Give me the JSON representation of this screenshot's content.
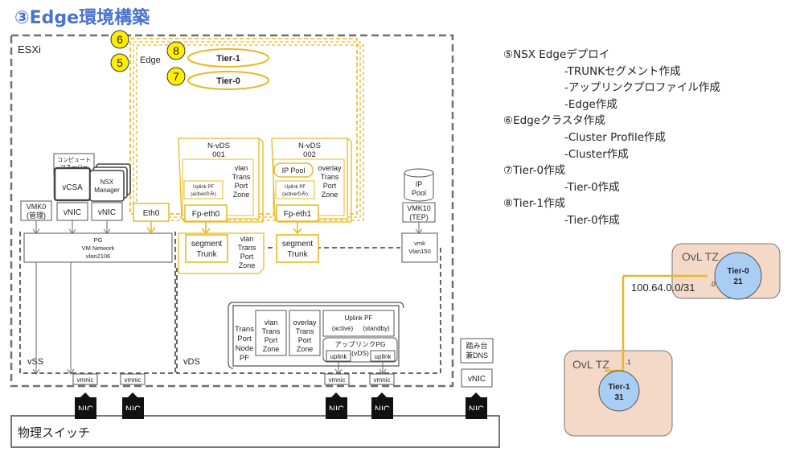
{
  "title": "③Edge環境構築",
  "labels": {
    "esxi": "ESXi",
    "edge": "Edge",
    "tier1_pill": "Tier-1",
    "tier0_pill": "Tier-0",
    "badge6": "6",
    "badge5": "5",
    "badge8": "8",
    "badge7": "7",
    "nvds1_l1": "N-vDS",
    "nvds1_l2": "001",
    "nvds2_l1": "N-vDS",
    "nvds2_l2": "002",
    "vlan": "vlan",
    "overlay": "overlay",
    "trans": "Trans",
    "port": "Port",
    "zone": "Zone",
    "node": "Node",
    "pf": "PF",
    "uplink_pf": "Uplink PF",
    "active_only": "(activeのみ)",
    "fp_eth0": "Fp-eth0",
    "fp_eth1": "Fp-eth1",
    "ip_pool": "IP Pool",
    "ip": "IP",
    "pool": "Pool",
    "segment": "segment",
    "trunk": "Trunk",
    "compute_l1": "コンピュート",
    "compute_l2": "マネージャ",
    "vcsa": "vCSA",
    "nsx_l1": "NSX",
    "nsx_l2": "Manager",
    "vmk0_l1": "VMK0",
    "vmk0_l2": "(管理)",
    "vnic": "vNIC",
    "eth0": "Eth0",
    "pg_l1": "PG",
    "pg_l2": "VM Network",
    "pg_l3": "vlan2106",
    "vmk10_l1": "VMK10",
    "vmk10_l2": "(TEP)",
    "vmk_l1": "vmk",
    "vmk_l2": "Vlan150",
    "vss": "vSS",
    "vds": "vDS",
    "uplink_active": "(active)",
    "uplink_standby": "(standby)",
    "uplink_pg": "アップリンクPG",
    "vds_paren": "(vDS)",
    "uplink": "uplink",
    "vmnic": "vmnic",
    "nic": "NIC",
    "jump_l1": "踏み台",
    "jump_l2": "兼DNS",
    "physical_switch": "物理スイッチ"
  },
  "steps": [
    "⑤NSX Edgeデプロイ",
    "-TRUNKセグメント作成",
    "-アップリンクプロファイル作成",
    "-Edge作成",
    "⑥Edgeクラスタ作成",
    "-Cluster Profile作成",
    "-Cluster作成",
    "⑦Tier-0作成",
    "-Tier-0作成",
    "⑧Tier-1作成",
    "-Tier-0作成"
  ],
  "topology": {
    "tz_top": "OvL TZ",
    "tz_bottom": "OvL TZ",
    "tier0_name": "Tier-0",
    "tier0_id": "21",
    "tier1_name": "Tier-1",
    "tier1_id": "31",
    "subnet": "100.64.0.0/31",
    "addr_t0": ".0",
    "addr_t1": ".1"
  },
  "colors": {
    "title": "#4a74c9",
    "edge": "#e8b923",
    "badge": "#ffee00",
    "tz_fill": "#f5d9c8",
    "tier_fill": "#a9cdf3"
  }
}
